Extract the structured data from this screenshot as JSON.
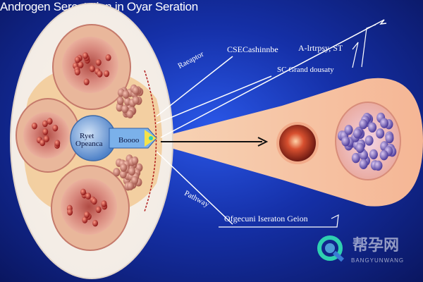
{
  "title": "Androgen Serectetion in Oyar Seration",
  "labels": {
    "cse": "CSECashinnbe",
    "antiprog": "A-lrtrpsy, ST",
    "sc": "SC Grand dousaty",
    "receptor": "Raeaptor",
    "pathway": "Pathway",
    "ovary": "Ofgecuni Iseraton Geion",
    "center_line1": "Ryet",
    "center_line2": "Opeanca",
    "blue_cell": "Boooo"
  },
  "watermark": {
    "text": "帮孕网",
    "sub": "BANGYUNWANG"
  },
  "colors": {
    "background": "#1a38c0",
    "oval": "#f4f0ea",
    "lobe": "#d9847a",
    "arrow_beam": "#f7c7a6",
    "blue_cell": "#6a9ed8"
  }
}
